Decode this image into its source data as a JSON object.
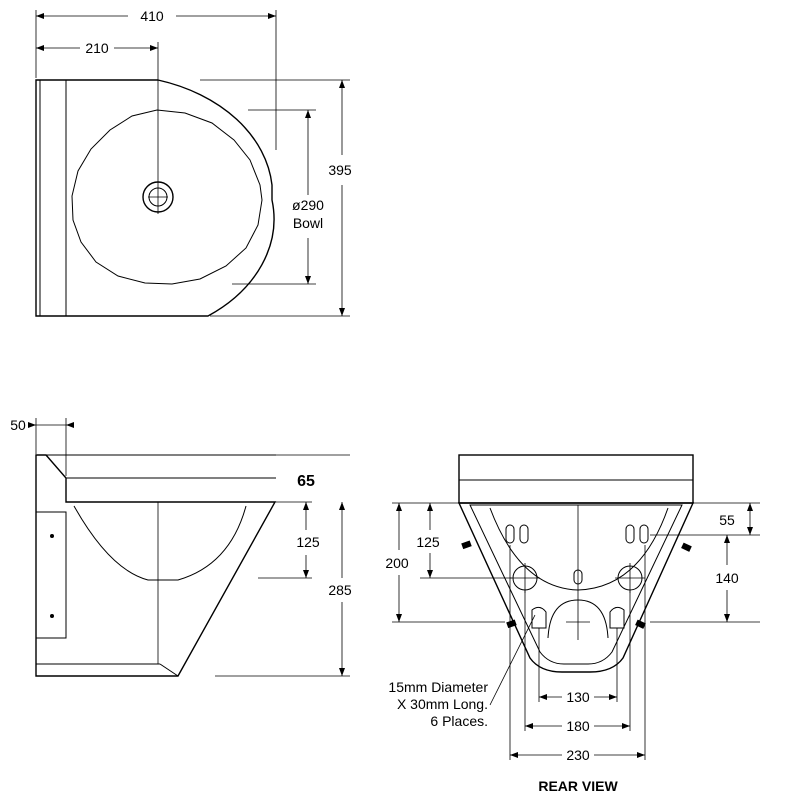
{
  "top_view": {
    "dim_width": "410",
    "dim_offset": "210",
    "dim_depth": "395",
    "bowl_diameter": "ø290",
    "bowl_label": "Bowl"
  },
  "side_view": {
    "dim_lip": "50",
    "dim_rim": "65",
    "dim_bowl_depth": "125",
    "dim_height": "285"
  },
  "rear_view": {
    "title": "REAR VIEW",
    "dim_top": "55",
    "dim_125": "125",
    "dim_200": "200",
    "dim_140": "140",
    "dim_130": "130",
    "dim_180": "180",
    "dim_230": "230",
    "note_line1": "15mm Diameter",
    "note_line2": "X 30mm Long.",
    "note_line3": "6 Places."
  }
}
